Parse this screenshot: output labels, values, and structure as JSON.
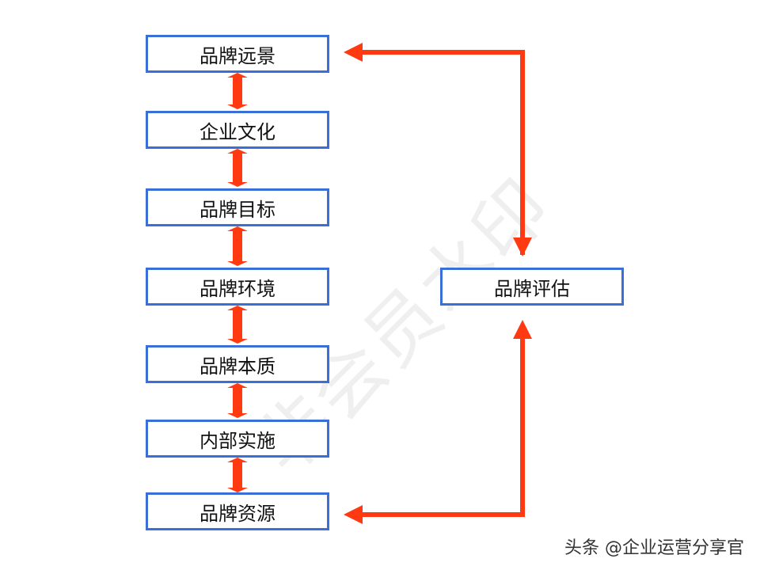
{
  "diagram": {
    "left_column": [
      "品牌远景",
      "企业文化",
      "品牌目标",
      "品牌环境",
      "品牌本质",
      "内部实施",
      "品牌资源"
    ],
    "evaluation_box": "品牌评估"
  },
  "watermark": "非会员水印",
  "footer": "头条 @企业运营分享官",
  "colors": {
    "box_border": "#3a6fd8",
    "arrow": "#ff3a10"
  }
}
